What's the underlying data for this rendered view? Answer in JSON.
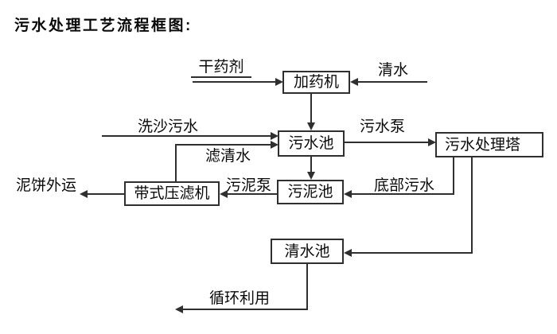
{
  "title": "污水处理工艺流程框图:",
  "colors": {
    "line_color": "#2f2f2f",
    "text_color": "#0a0a0a",
    "background_color": "#ffffff"
  },
  "nodes": {
    "dosing_machine": "加药机",
    "sewage_pool": "污水池",
    "treatment_tower": "污水处理塔",
    "sludge_pool": "污泥池",
    "belt_filter_press": "带式压滤机",
    "clean_water_pool": "清水池"
  },
  "flow_labels": {
    "dry_chemical": "干药剂",
    "clean_water": "清水",
    "sand_wash_sewage": "洗沙污水",
    "filtered_water": "滤清水",
    "sewage_pump": "污水泵",
    "sludge_pump": "污泥泵",
    "bottom_sewage": "底部污水",
    "mud_cake_outbound": "泥饼外运",
    "recycle_use": "循环利用"
  },
  "edges": [
    {
      "from": "干药剂",
      "to": "加药机"
    },
    {
      "from": "清水",
      "to": "加药机"
    },
    {
      "from": "加药机",
      "to": "污水池"
    },
    {
      "from": "洗沙污水",
      "to": "污水池"
    },
    {
      "from": "带式压滤机",
      "to": "污水池",
      "label": "滤清水"
    },
    {
      "from": "污水池",
      "to": "污水处理塔",
      "label": "污水泵"
    },
    {
      "from": "污水池",
      "to": "污泥池"
    },
    {
      "from": "污水处理塔",
      "to": "污泥池",
      "label": "底部污水"
    },
    {
      "from": "污泥池",
      "to": "带式压滤机",
      "label": "污泥泵"
    },
    {
      "from": "带式压滤机",
      "to": "泥饼外运"
    },
    {
      "from": "污水处理塔",
      "to": "清水池"
    },
    {
      "from": "清水池",
      "to": "循环利用"
    }
  ]
}
